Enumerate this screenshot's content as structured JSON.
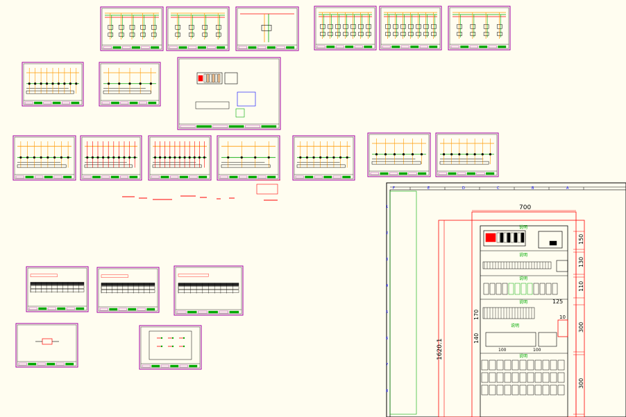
{
  "colors": {
    "background": "#fffdf0",
    "sheet_border": "#a000a0",
    "wire_orange": "#ff9900",
    "wire_green": "#00aa00",
    "wire_red": "#ff0000",
    "wire_blue": "#0000ff",
    "ink": "#000000"
  },
  "cabinet": {
    "dim_width": "700",
    "dim_height": "1620.1",
    "dim_125": "125",
    "section_dims": [
      "150",
      "130",
      "110",
      "300",
      "300"
    ],
    "mid_dim_a": "170",
    "mid_dim_b": "140",
    "mid_dim_c": "10",
    "labels": [
      "说明",
      "说明",
      "说明",
      "说明",
      "说明",
      "说明"
    ],
    "small_marks": [
      "100",
      "100"
    ]
  },
  "ruler": {
    "top_letters": [
      "F",
      "E",
      "D",
      "C",
      "B",
      "A"
    ],
    "side_numbers": [
      "1",
      "2",
      "3",
      "4",
      "5",
      "6",
      "7",
      "8"
    ]
  }
}
